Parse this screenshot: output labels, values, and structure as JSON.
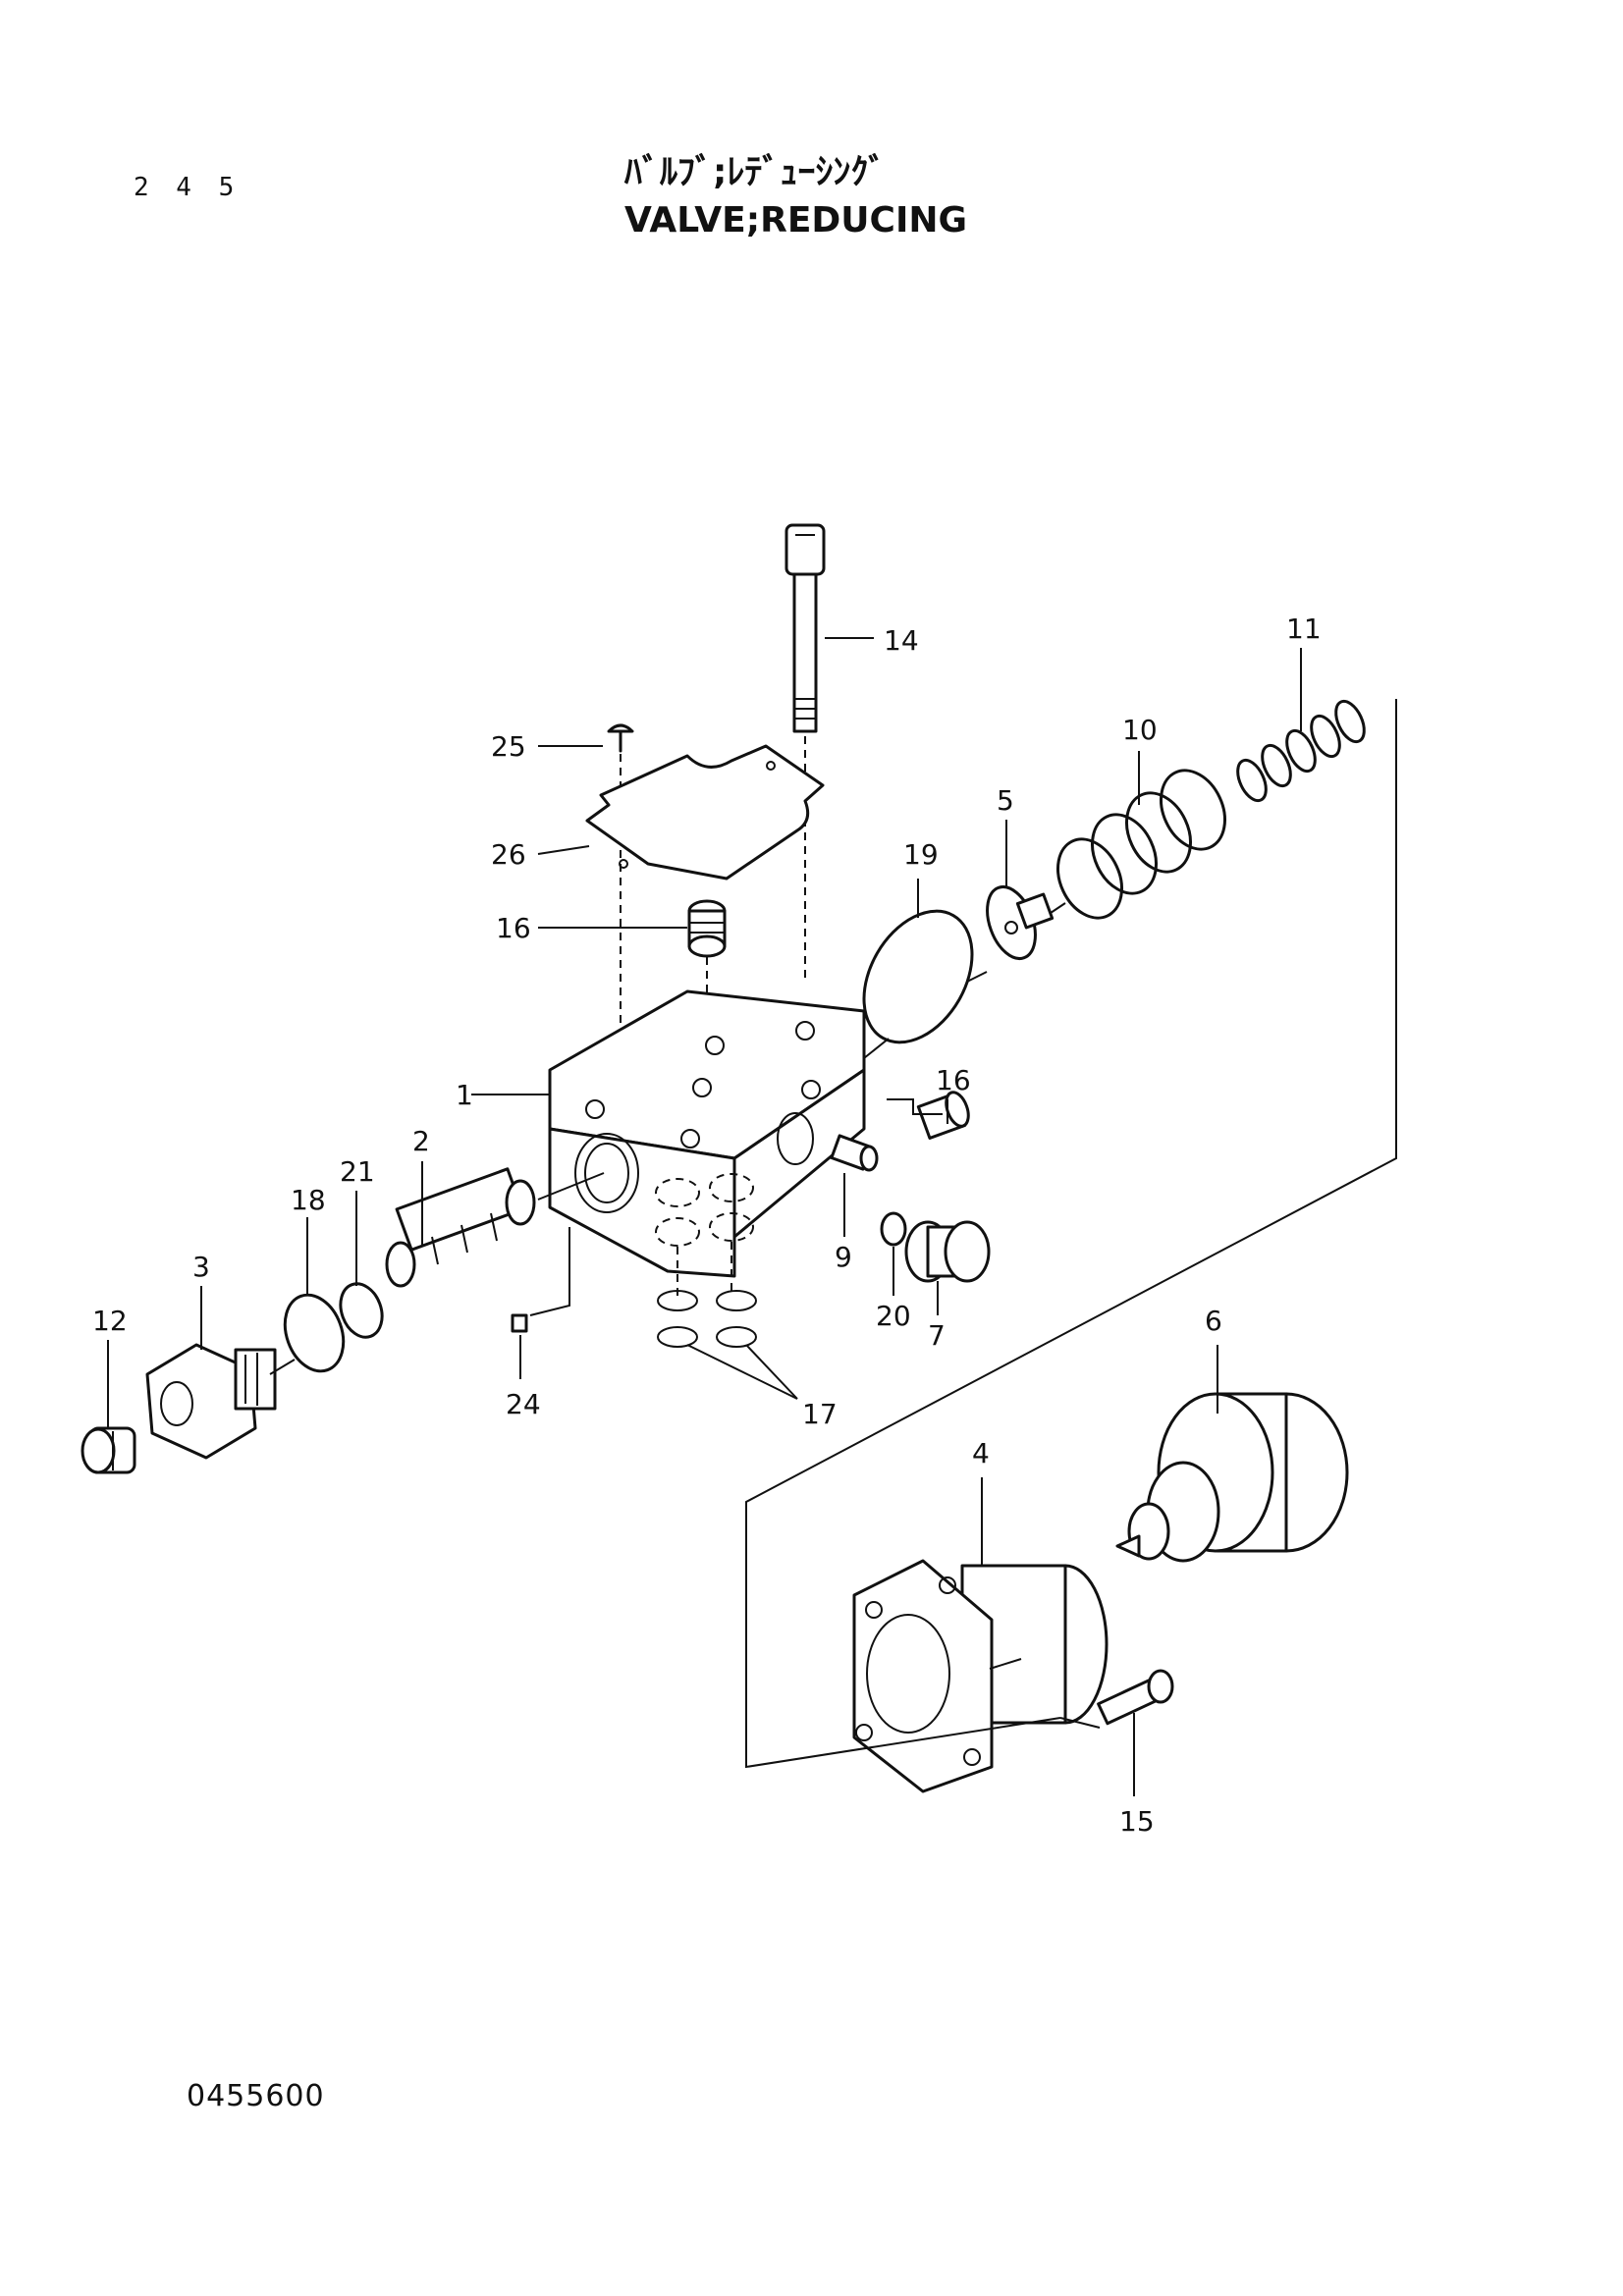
{
  "page": {
    "number": "2 4 5",
    "title_jp": "ﾊﾞﾙﾌﾞ;ﾚﾃﾞｭｰｼﾝｸﾞ",
    "title_en": "VALVE;REDUCING",
    "drawing_number": "0455600"
  },
  "callouts": {
    "c1": "1",
    "c2": "2",
    "c3": "3",
    "c4": "4",
    "c5": "5",
    "c6": "6",
    "c7": "7",
    "c9": "9",
    "c10": "10",
    "c11": "11",
    "c12": "12",
    "c14": "14",
    "c15": "15",
    "c16a": "16",
    "c16b": "16",
    "c17": "17",
    "c18": "18",
    "c19": "19",
    "c20": "20",
    "c21": "21",
    "c24": "24",
    "c25": "25",
    "c26": "26"
  }
}
